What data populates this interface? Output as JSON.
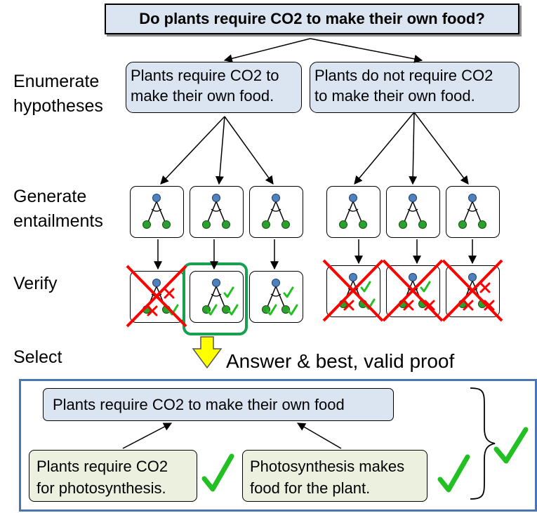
{
  "question": "Do plants require CO2 to make their own food?",
  "steps": {
    "enumerate": "Enumerate hypotheses",
    "generate": "Generate entailments",
    "verify": "Verify",
    "select": "Select"
  },
  "hypotheses": [
    {
      "line1": "Plants require CO2 to",
      "line2": "make their own food."
    },
    {
      "line1": "Plants do not require CO2",
      "line2": "to make their own food."
    }
  ],
  "answer_label": "Answer & best, valid proof",
  "proof": {
    "root": "Plants require CO2 to make their own food",
    "premises": [
      {
        "line1": "Plants require CO2",
        "line2": "for photosynthesis."
      },
      {
        "line1": "Photosynthesis makes",
        "line2": "food for the plant."
      }
    ]
  },
  "verification": [
    {
      "status": "invalid",
      "marks": [
        "cross",
        "cross",
        "check"
      ]
    },
    {
      "status": "selected",
      "marks": [
        "check",
        "check",
        "check"
      ]
    },
    {
      "status": "valid",
      "marks": [
        "check",
        "check",
        "check"
      ]
    },
    {
      "status": "invalid",
      "marks": [
        "check",
        "cross",
        "check"
      ]
    },
    {
      "status": "invalid",
      "marks": [
        "check",
        "cross",
        "cross"
      ]
    },
    {
      "status": "invalid",
      "marks": [
        "cross",
        "cross",
        "cross"
      ]
    }
  ],
  "colors": {
    "question_fill": "#dbe5f2",
    "premise_fill": "#ebf1de",
    "node_blue": "#4f81bd",
    "node_green": "#2ca02c",
    "check": "#22c022",
    "cross": "#ff0000",
    "select_border": "#18a050",
    "arrow_yellow": "#ffff00",
    "final_border": "#4a75b0"
  }
}
